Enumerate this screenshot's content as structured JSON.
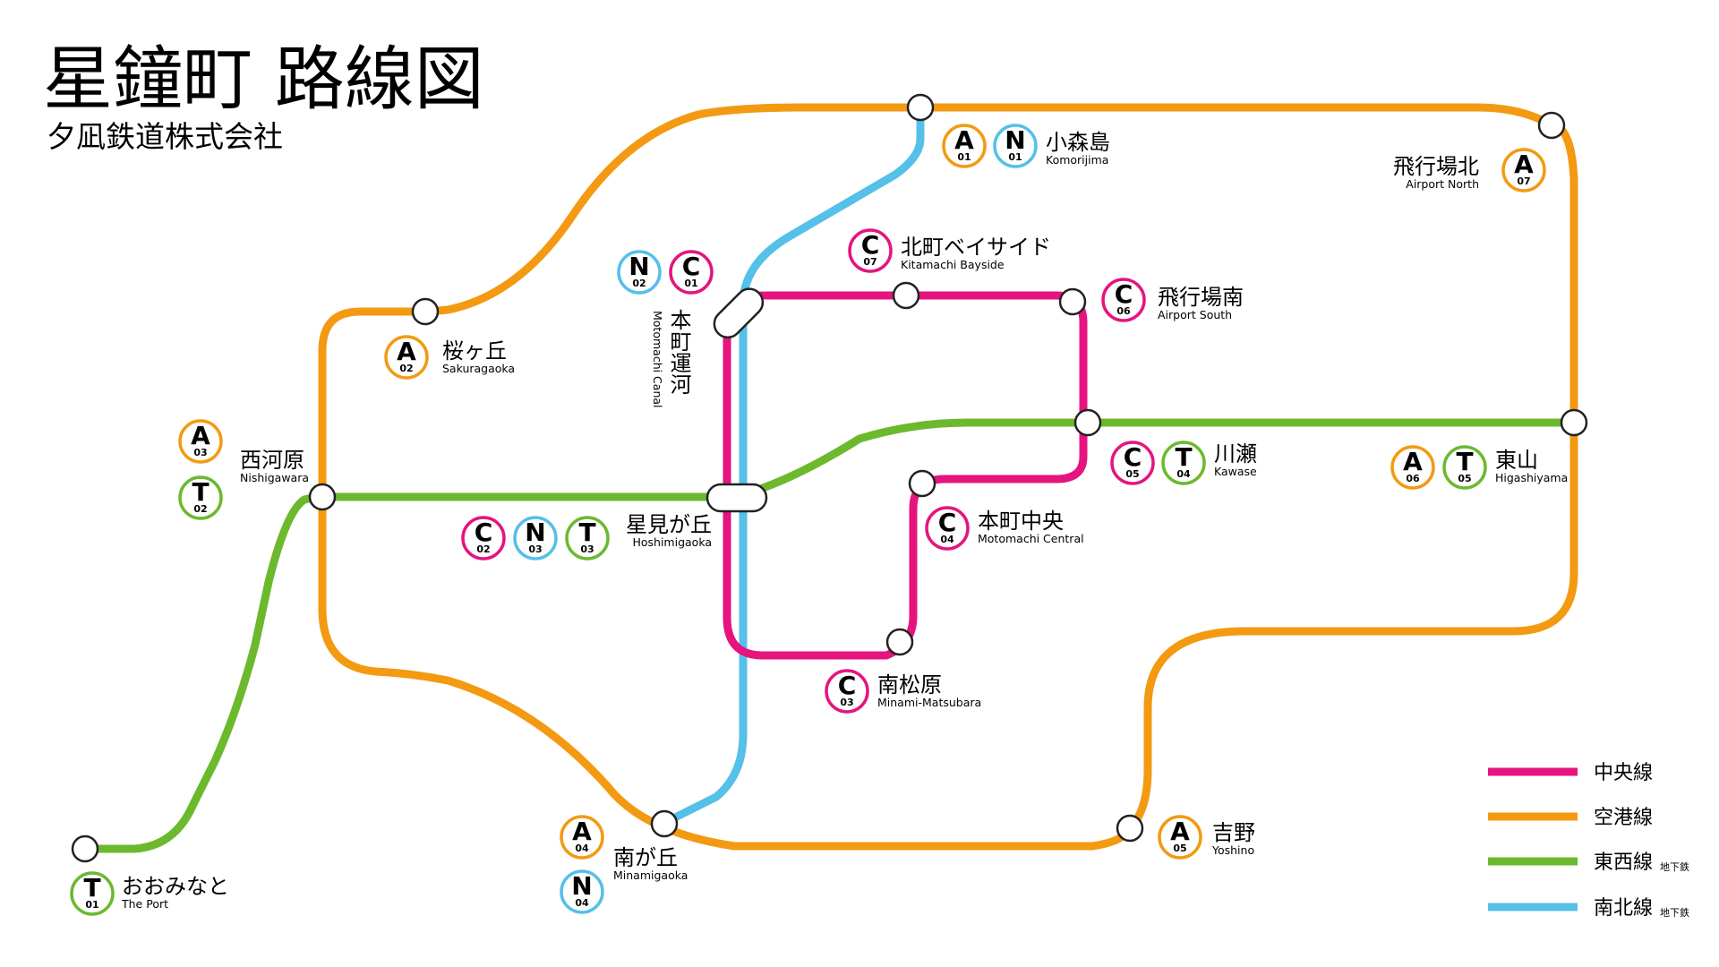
{
  "header": {
    "title": "星鐘町 路線図",
    "subtitle": "夕凪鉄道株式会社"
  },
  "lines": {
    "C": {
      "color": "#e5147f"
    },
    "A": {
      "color": "#f39a12"
    },
    "T": {
      "color": "#6cb92e"
    },
    "N": {
      "color": "#55c0e8"
    }
  },
  "stations": [
    {
      "id": "komorijima",
      "ja": "小森島",
      "en": "Komorijima",
      "badges": [
        [
          "A",
          "01"
        ],
        [
          "N",
          "01"
        ]
      ]
    },
    {
      "id": "airport-north",
      "ja": "飛行場北",
      "en": "Airport North",
      "badges": [
        [
          "A",
          "07"
        ]
      ]
    },
    {
      "id": "kitamachi-bayside",
      "ja": "北町ベイサイド",
      "en": "Kitamachi Bayside",
      "badges": [
        [
          "C",
          "07"
        ]
      ]
    },
    {
      "id": "motomachi-canal",
      "ja": "本町運河",
      "en": "Motomachi Canal",
      "badges": [
        [
          "N",
          "02"
        ],
        [
          "C",
          "01"
        ]
      ]
    },
    {
      "id": "airport-south",
      "ja": "飛行場南",
      "en": "Airport South",
      "badges": [
        [
          "C",
          "06"
        ]
      ]
    },
    {
      "id": "sakuragaoka",
      "ja": "桜ヶ丘",
      "en": "Sakuragaoka",
      "badges": [
        [
          "A",
          "02"
        ]
      ]
    },
    {
      "id": "nishigawara",
      "ja": "西河原",
      "en": "Nishigawara",
      "badges": [
        [
          "A",
          "03"
        ],
        [
          "T",
          "02"
        ]
      ]
    },
    {
      "id": "kawase",
      "ja": "川瀬",
      "en": "Kawase",
      "badges": [
        [
          "C",
          "05"
        ],
        [
          "T",
          "04"
        ]
      ]
    },
    {
      "id": "higashiyama",
      "ja": "東山",
      "en": "Higashiyama",
      "badges": [
        [
          "A",
          "06"
        ],
        [
          "T",
          "05"
        ]
      ]
    },
    {
      "id": "motomachi-central",
      "ja": "本町中央",
      "en": "Motomachi Central",
      "badges": [
        [
          "C",
          "04"
        ]
      ]
    },
    {
      "id": "hoshimigaoka",
      "ja": "星見が丘",
      "en": "Hoshimigaoka",
      "badges": [
        [
          "C",
          "02"
        ],
        [
          "N",
          "03"
        ],
        [
          "T",
          "03"
        ]
      ]
    },
    {
      "id": "minami-matsubara",
      "ja": "南松原",
      "en": "Minami-Matsubara",
      "badges": [
        [
          "C",
          "03"
        ]
      ]
    },
    {
      "id": "yoshino",
      "ja": "吉野",
      "en": "Yoshino",
      "badges": [
        [
          "A",
          "05"
        ]
      ]
    },
    {
      "id": "minamigaoka",
      "ja": "南が丘",
      "en": "Minamigaoka",
      "badges": [
        [
          "A",
          "04"
        ],
        [
          "N",
          "04"
        ]
      ]
    },
    {
      "id": "the-port",
      "ja": "おおみなと",
      "en": "The Port",
      "badges": [
        [
          "T",
          "01"
        ]
      ]
    }
  ],
  "legend": [
    {
      "line": "C",
      "label": "中央線",
      "sub": ""
    },
    {
      "line": "A",
      "label": "空港線",
      "sub": ""
    },
    {
      "line": "T",
      "label": "東西線",
      "sub": "地下鉄"
    },
    {
      "line": "N",
      "label": "南北線",
      "sub": "地下鉄"
    }
  ]
}
